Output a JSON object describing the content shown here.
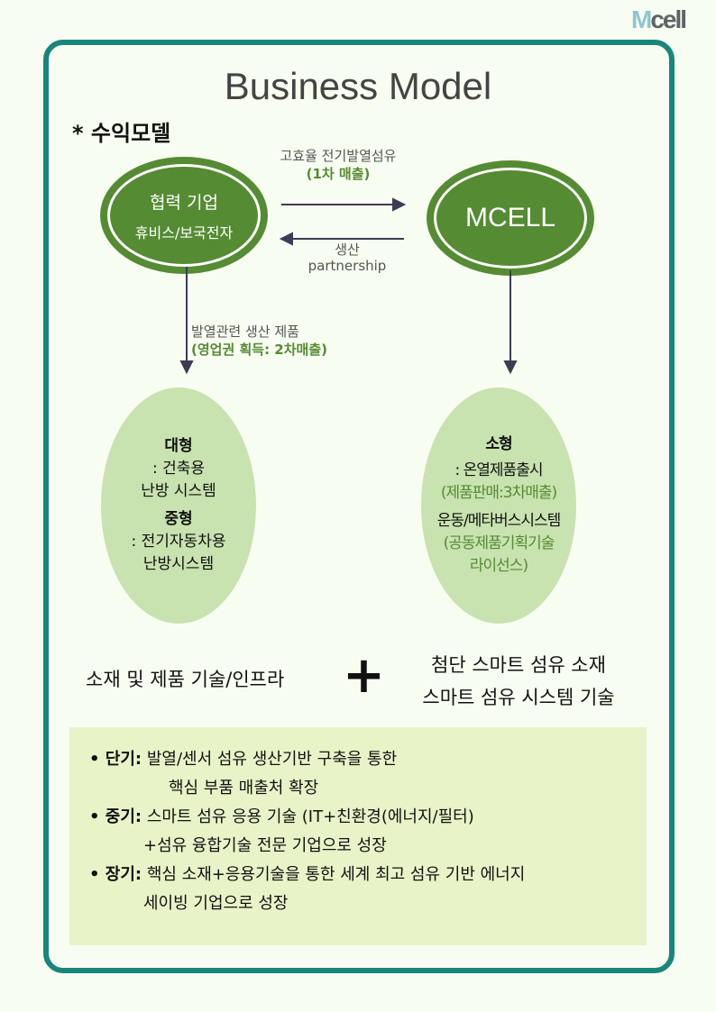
{
  "logo": {
    "m": "M",
    "rest": "cell"
  },
  "title": "Business Model",
  "subtitle": "* 수익모델",
  "partner": {
    "line1": "협력 기업",
    "line2": "휴비스/보국전자"
  },
  "mcell": "MCELL",
  "arrow_right": {
    "line1": "고효율 전기발열섬유",
    "line2": "(1차 매출)"
  },
  "arrow_left": {
    "line1": "생산",
    "line2": "partnership"
  },
  "arrow_down": {
    "line1": "발열관련 생산 제품",
    "line2": "(영업권 획득: 2차매출)"
  },
  "left_ellipse": {
    "h1": "대형",
    "t1": ": 건축용",
    "t2": "난방 시스템",
    "h2": "중형",
    "t3": ": 전기자동차용",
    "t4": "난방시스템"
  },
  "right_ellipse": {
    "h1": "소형",
    "t1": ": 온열제품출시",
    "g1": "(제품판매:3차매출)",
    "t2": "운동/메타버스시스템",
    "g2": "(공동제품기획기술",
    "g3": "라이선스)"
  },
  "tech_left": "소재 및 제품 기술/인프라",
  "plus": "+",
  "tech_right": {
    "line1": "첨단 스마트 섬유 소재",
    "line2": "스마트 섬유 시스템 기술"
  },
  "plans": [
    {
      "label": "• 단기:",
      "text": "발열/센서 섬유 생산기반 구축을 통한",
      "cont": "핵심 부품 매출처 확장"
    },
    {
      "label": "• 중기:",
      "text": "스마트 섬유 응용 기술 (IT+친환경(에너지/필터)",
      "cont": "+섬유 융합기술 전문 기업으로 성장"
    },
    {
      "label": "• 장기:",
      "text": "핵심 소재+응용기술을 통한 세계 최고 섬유 기반 에너지",
      "cont": "세이빙 기업으로 성장"
    }
  ],
  "colors": {
    "frame": "#17877a",
    "dark_green": "#558b33",
    "light_green": "#c8e2b0",
    "box": "#e8f3c8"
  }
}
